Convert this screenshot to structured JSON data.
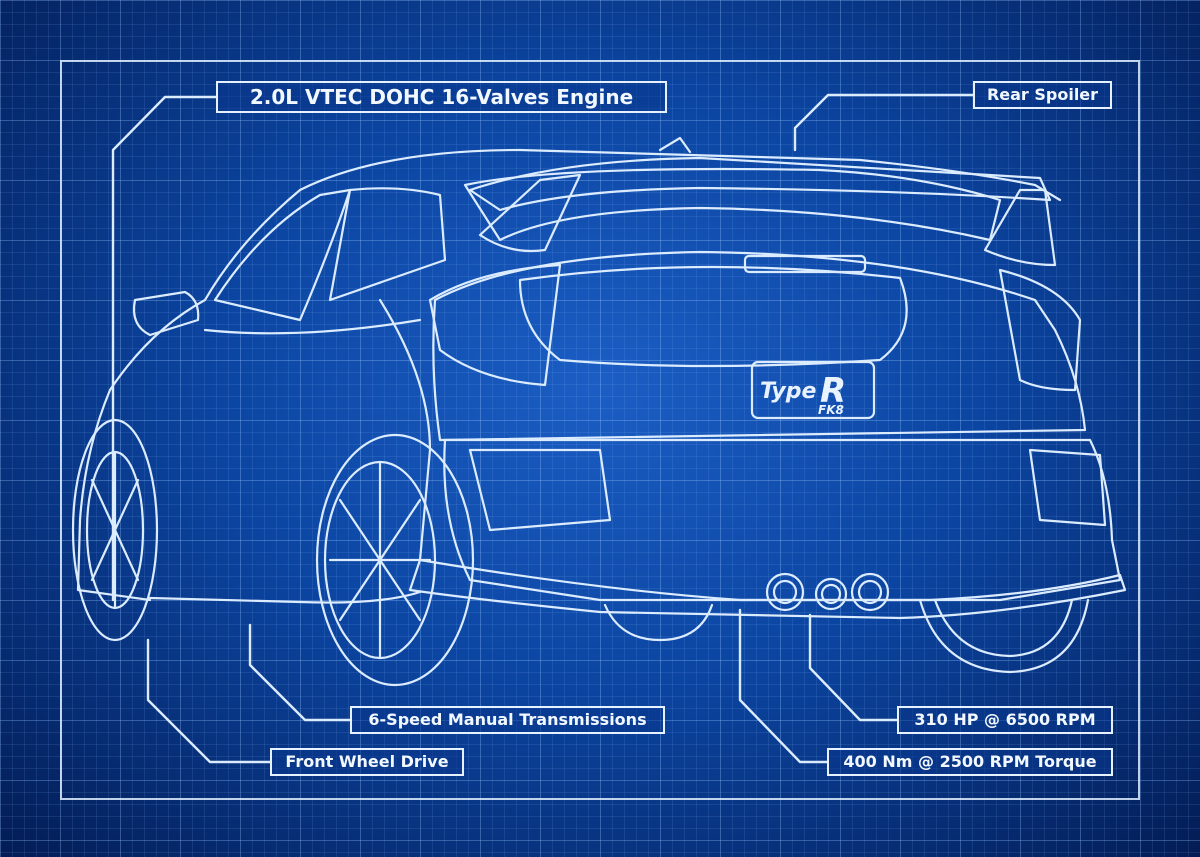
{
  "callouts": {
    "engine": "2.0L VTEC DOHC 16-Valves Engine",
    "spoiler": "Rear Spoiler",
    "transmission": "6-Speed Manual Transmissions",
    "drive": "Front Wheel Drive",
    "power": "310 HP @ 6500 RPM",
    "torque": "400 Nm @ 2500 RPM Torque"
  },
  "badge": {
    "line1": "Type",
    "line2": "R",
    "line3": "FK8"
  },
  "colors": {
    "background": "#0c4aa8",
    "line": "#dcecff",
    "text": "#f2f8ff"
  }
}
